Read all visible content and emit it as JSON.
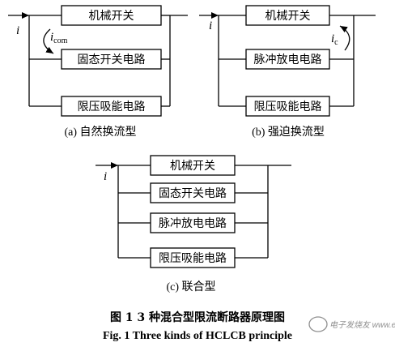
{
  "panels": {
    "a": {
      "caption": "(a) 自然换流型",
      "current_label": "i",
      "commutation_label": "i",
      "commutation_sub": "com",
      "boxes": [
        "机械开关",
        "固态开关电路",
        "限压吸能电路"
      ]
    },
    "b": {
      "caption": "(b) 强迫换流型",
      "current_label": "i",
      "commutation_label": "i",
      "commutation_sub": "c",
      "boxes": [
        "机械开关",
        "脉冲放电电路",
        "限压吸能电路"
      ]
    },
    "c": {
      "caption": "(c) 联合型",
      "current_label": "i",
      "boxes": [
        "机械开关",
        "固态开关电路",
        "脉冲放电电路",
        "限压吸能电路"
      ]
    }
  },
  "figure": {
    "title_cn": "图 1   3 种混合型限流断路器原理图",
    "title_en": "Fig. 1    Three kinds of HCLCB principle"
  },
  "watermark": "电子发烧友 www.elecfans.com",
  "colors": {
    "line": "#000000",
    "background": "#ffffff",
    "watermark": "#7c7c7c"
  }
}
